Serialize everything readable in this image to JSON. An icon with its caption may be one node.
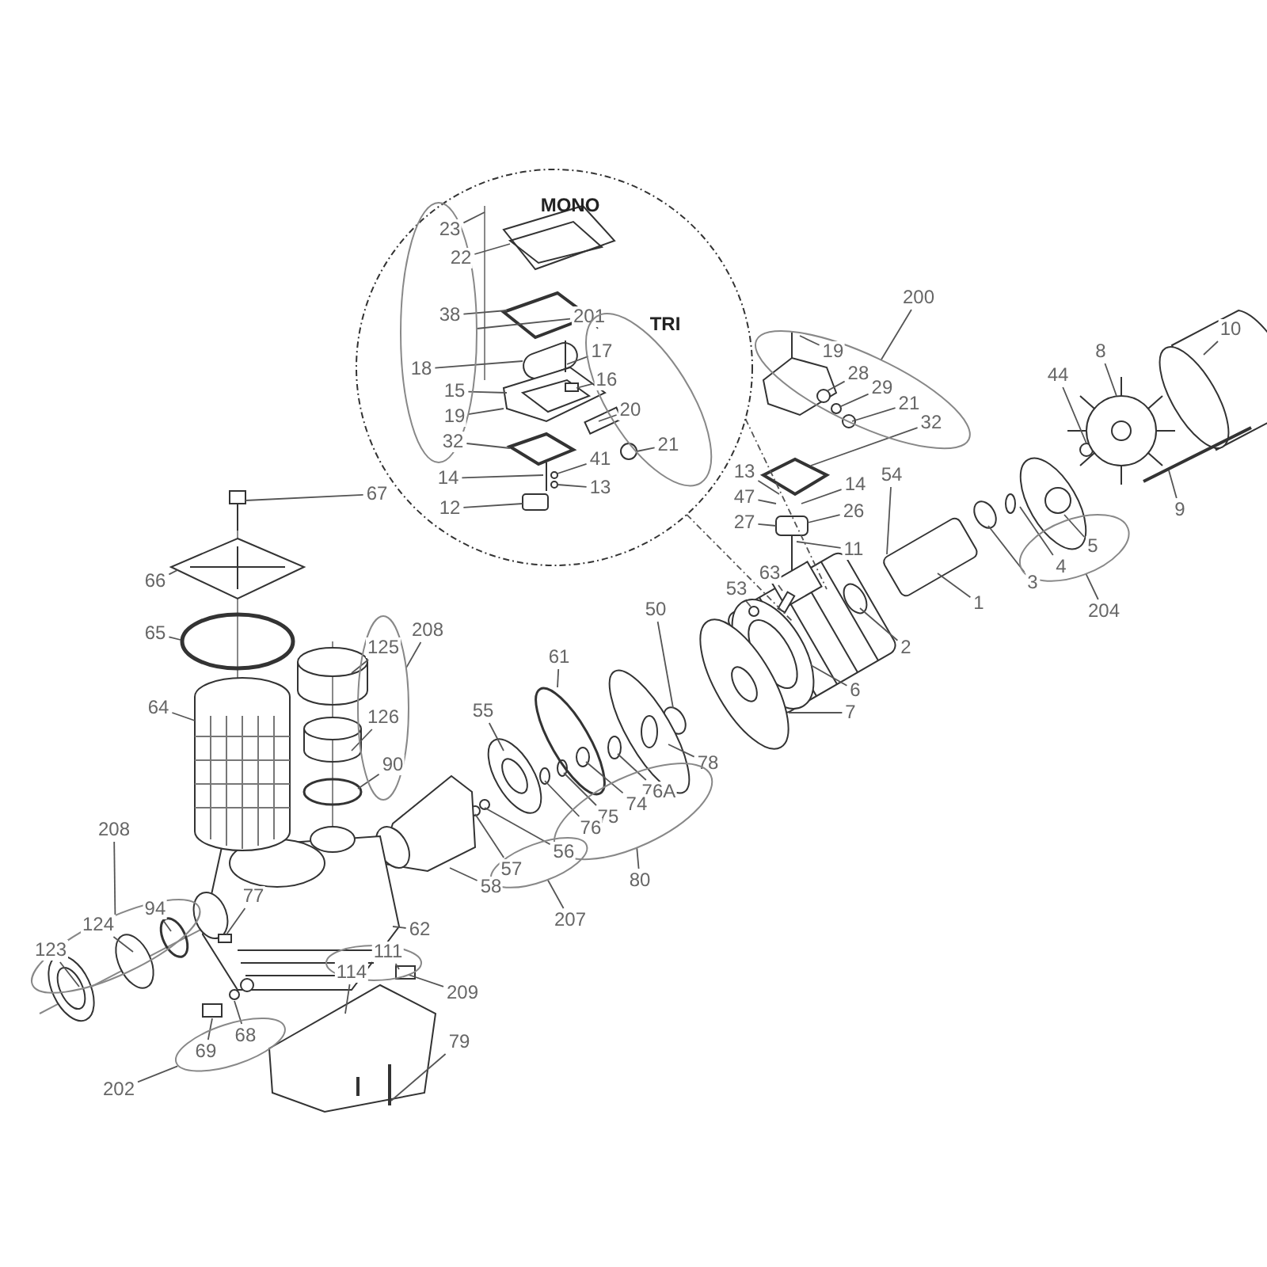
{
  "diagram": {
    "nodes": [
      {
        "text": [
          "MONO"
        ]
      },
      {
        "text": [],
        "shape": "ellipse",
        "in": 0
      },
      {
        "text": [
          "23"
        ],
        "in": 1
      },
      {
        "text": [
          "22"
        ],
        "in": 1
      },
      {
        "text": [
          "38"
        ],
        "in": 1
      },
      {
        "text": [
          "18"
        ],
        "in": 1
      },
      {
        "text": [
          "15"
        ],
        "in": 1
      },
      {
        "text": [
          "19"
        ],
        "in": 1
      },
      {
        "text": [
          "32"
        ],
        "in": 1
      },
      {
        "text": [
          "201"
        ],
        "in": 0
      },
      {
        "text": [],
        "shape": "ellipse",
        "in": 0
      },
      {
        "text": [
          "17"
        ],
        "in": 10
      },
      {
        "text": [
          "16"
        ],
        "in": 10
      },
      {
        "text": [
          "20"
        ],
        "in": 10
      },
      {
        "text": [
          "21"
        ],
        "in": 10
      },
      {
        "text": [
          "14"
        ],
        "in": 0
      },
      {
        "text": [
          "41"
        ],
        "in": 0
      },
      {
        "text": [
          "13"
        ],
        "in": 0
      },
      {
        "text": [
          "12"
        ],
        "in": 0
      },
      {
        "text": [
          "200"
        ]
      },
      {
        "text": [],
        "shape": "ellipse"
      },
      {
        "text": [
          "19"
        ],
        "in": 20
      },
      {
        "text": [
          "28"
        ],
        "in": 20
      },
      {
        "text": [
          "29"
        ],
        "in": 20
      },
      {
        "text": [
          "21"
        ],
        "in": 20
      },
      {
        "text": [
          "32"
        ],
        "in": 20
      },
      {
        "text": [
          "13"
        ]
      },
      {
        "text": [
          "14"
        ]
      },
      {
        "text": [
          "47"
        ]
      },
      {
        "text": [
          "26"
        ]
      },
      {
        "text": [
          "27"
        ]
      },
      {
        "text": [
          "11"
        ]
      },
      {
        "text": [
          "54"
        ]
      },
      {
        "text": [
          "10"
        ]
      },
      {
        "text": [
          "8"
        ]
      },
      {
        "text": [
          "44"
        ]
      },
      {
        "text": [
          "9"
        ]
      },
      {
        "text": [],
        "shape": "ellipse"
      },
      {
        "text": [
          "5"
        ],
        "in": 37
      },
      {
        "text": [
          "4"
        ],
        "in": 37
      },
      {
        "text": [
          "204"
        ]
      },
      {
        "text": [
          "3"
        ]
      },
      {
        "text": [
          "1"
        ]
      },
      {
        "text": [
          "2"
        ]
      },
      {
        "text": [
          "63"
        ]
      },
      {
        "text": [
          "53"
        ]
      },
      {
        "text": [
          "6"
        ]
      },
      {
        "text": [
          "50"
        ]
      },
      {
        "text": [
          "7"
        ]
      },
      {
        "text": [
          "61"
        ]
      },
      {
        "text": [
          "78"
        ]
      },
      {
        "text": [
          "55"
        ]
      },
      {
        "text": [],
        "shape": "ellipse"
      },
      {
        "text": [
          "76A"
        ],
        "in": 52
      },
      {
        "text": [
          "74"
        ],
        "in": 52
      },
      {
        "text": [
          "75"
        ],
        "in": 52
      },
      {
        "text": [
          "76"
        ],
        "in": 52
      },
      {
        "text": [
          "80"
        ]
      },
      {
        "text": [
          "208"
        ]
      },
      {
        "text": [],
        "shape": "ellipse"
      },
      {
        "text": [
          "125"
        ],
        "in": 59
      },
      {
        "text": [
          "126"
        ],
        "in": 59
      },
      {
        "text": [
          "90"
        ],
        "in": 59
      },
      {
        "text": [
          "67"
        ]
      },
      {
        "text": [
          "66"
        ]
      },
      {
        "text": [
          "65"
        ]
      },
      {
        "text": [
          "64"
        ]
      },
      {
        "text": [],
        "shape": "ellipse"
      },
      {
        "text": [
          "56"
        ],
        "in": 67
      },
      {
        "text": [
          "57"
        ],
        "in": 67
      },
      {
        "text": [
          "207"
        ]
      },
      {
        "text": [
          "58"
        ]
      },
      {
        "text": [
          "62"
        ]
      },
      {
        "text": [
          "208"
        ]
      },
      {
        "text": [],
        "shape": "ellipse"
      },
      {
        "text": [
          "94"
        ],
        "in": 74
      },
      {
        "text": [
          "124"
        ],
        "in": 74
      },
      {
        "text": [
          "123"
        ],
        "in": 74
      },
      {
        "text": [
          "77"
        ]
      },
      {
        "text": [],
        "shape": "ellipse"
      },
      {
        "text": [
          "111"
        ],
        "in": 79
      },
      {
        "text": [
          "114"
        ],
        "in": 79
      },
      {
        "text": [
          "209"
        ]
      },
      {
        "text": [],
        "shape": "ellipse"
      },
      {
        "text": [
          "69"
        ],
        "in": 83
      },
      {
        "text": [
          "68"
        ],
        "in": 83
      },
      {
        "text": [
          "202"
        ]
      },
      {
        "text": [
          "79"
        ]
      }
    ],
    "edges": [
      {
        "from": 0,
        "to": null,
        "arrow": "none",
        "style": "dashed"
      },
      {
        "from": 0,
        "to": null,
        "arrow": "none",
        "style": "dashed"
      },
      {
        "from": 2,
        "to": null,
        "arrow": "none"
      },
      {
        "from": 3,
        "to": null,
        "arrow": "none"
      },
      {
        "from": 4,
        "to": null,
        "arrow": "none"
      },
      {
        "from": 5,
        "to": null,
        "arrow": "none"
      },
      {
        "from": 6,
        "to": null,
        "arrow": "none"
      },
      {
        "from": 7,
        "to": null,
        "arrow": "none"
      },
      {
        "from": 8,
        "to": null,
        "arrow": "none"
      },
      {
        "from": 9,
        "to": 1,
        "arrow": "none"
      },
      {
        "from": 9,
        "to": 10,
        "arrow": "none"
      },
      {
        "from": 11,
        "to": null,
        "arrow": "none"
      },
      {
        "from": 12,
        "to": null,
        "arrow": "none"
      },
      {
        "from": 13,
        "to": null,
        "arrow": "none"
      },
      {
        "from": 14,
        "to": null,
        "arrow": "none"
      },
      {
        "from": 15,
        "to": null,
        "arrow": "none"
      },
      {
        "from": 16,
        "to": null,
        "arrow": "none"
      },
      {
        "from": 17,
        "to": null,
        "arrow": "none"
      },
      {
        "from": 18,
        "to": null,
        "arrow": "none"
      },
      {
        "from": 19,
        "to": 20,
        "arrow": "none"
      },
      {
        "from": 21,
        "to": null,
        "arrow": "none"
      },
      {
        "from": 22,
        "to": null,
        "arrow": "none"
      },
      {
        "from": 23,
        "to": null,
        "arrow": "none"
      },
      {
        "from": 24,
        "to": null,
        "arrow": "none"
      },
      {
        "from": 25,
        "to": null,
        "arrow": "none"
      },
      {
        "from": 26,
        "to": null,
        "arrow": "none"
      },
      {
        "from": 27,
        "to": null,
        "arrow": "none"
      },
      {
        "from": 28,
        "to": null,
        "arrow": "none"
      },
      {
        "from": 29,
        "to": null,
        "arrow": "none"
      },
      {
        "from": 30,
        "to": null,
        "arrow": "none"
      },
      {
        "from": 31,
        "to": null,
        "arrow": "none"
      },
      {
        "from": 32,
        "to": null,
        "arrow": "none"
      },
      {
        "from": 33,
        "to": null,
        "arrow": "none"
      },
      {
        "from": 34,
        "to": null,
        "arrow": "none"
      },
      {
        "from": 35,
        "to": null,
        "arrow": "none"
      },
      {
        "from": 36,
        "to": null,
        "arrow": "none"
      },
      {
        "from": 38,
        "to": null,
        "arrow": "none"
      },
      {
        "from": 39,
        "to": null,
        "arrow": "none"
      },
      {
        "from": 40,
        "to": 37,
        "arrow": "none"
      },
      {
        "from": 41,
        "to": null,
        "arrow": "none"
      },
      {
        "from": 42,
        "to": null,
        "arrow": "none"
      },
      {
        "from": 43,
        "to": null,
        "arrow": "none"
      },
      {
        "from": 44,
        "to": null,
        "arrow": "none"
      },
      {
        "from": 45,
        "to": null,
        "arrow": "none"
      },
      {
        "from": 46,
        "to": null,
        "arrow": "none"
      },
      {
        "from": 47,
        "to": null,
        "arrow": "none"
      },
      {
        "from": 48,
        "to": null,
        "arrow": "none"
      },
      {
        "from": 49,
        "to": null,
        "arrow": "none"
      },
      {
        "from": 50,
        "to": null,
        "arrow": "none"
      },
      {
        "from": 51,
        "to": null,
        "arrow": "none"
      },
      {
        "from": 53,
        "to": null,
        "arrow": "none"
      },
      {
        "from": 54,
        "to": null,
        "arrow": "none"
      },
      {
        "from": 55,
        "to": null,
        "arrow": "none"
      },
      {
        "from": 56,
        "to": null,
        "arrow": "none"
      },
      {
        "from": 57,
        "to": 52,
        "arrow": "none"
      },
      {
        "from": 58,
        "to": 59,
        "arrow": "none"
      },
      {
        "from": 60,
        "to": null,
        "arrow": "none"
      },
      {
        "from": 61,
        "to": null,
        "arrow": "none"
      },
      {
        "from": 62,
        "to": null,
        "arrow": "none"
      },
      {
        "from": 63,
        "to": null,
        "arrow": "none"
      },
      {
        "from": 64,
        "to": null,
        "arrow": "none"
      },
      {
        "from": 65,
        "to": null,
        "arrow": "none"
      },
      {
        "from": 66,
        "to": null,
        "arrow": "none"
      },
      {
        "from": 68,
        "to": null,
        "arrow": "none"
      },
      {
        "from": 69,
        "to": null,
        "arrow": "none"
      },
      {
        "from": 70,
        "to": 67,
        "arrow": "none"
      },
      {
        "from": 71,
        "to": null,
        "arrow": "none"
      },
      {
        "from": 72,
        "to": null,
        "arrow": "none"
      },
      {
        "from": 73,
        "to": 74,
        "arrow": "none"
      },
      {
        "from": 75,
        "to": null,
        "arrow": "none"
      },
      {
        "from": 76,
        "to": null,
        "arrow": "none"
      },
      {
        "from": 77,
        "to": null,
        "arrow": "none"
      },
      {
        "from": 78,
        "to": null,
        "arrow": "none"
      },
      {
        "from": 80,
        "to": null,
        "arrow": "none"
      },
      {
        "from": 81,
        "to": null,
        "arrow": "none"
      },
      {
        "from": 82,
        "to": 79,
        "arrow": "none"
      },
      {
        "from": 84,
        "to": null,
        "arrow": "none"
      },
      {
        "from": 85,
        "to": null,
        "arrow": "none"
      },
      {
        "from": 86,
        "to": 83,
        "arrow": "none"
      },
      {
        "from": 87,
        "to": null,
        "arrow": "none"
      }
    ],
    "labels": [
      "TRI"
    ]
  }
}
